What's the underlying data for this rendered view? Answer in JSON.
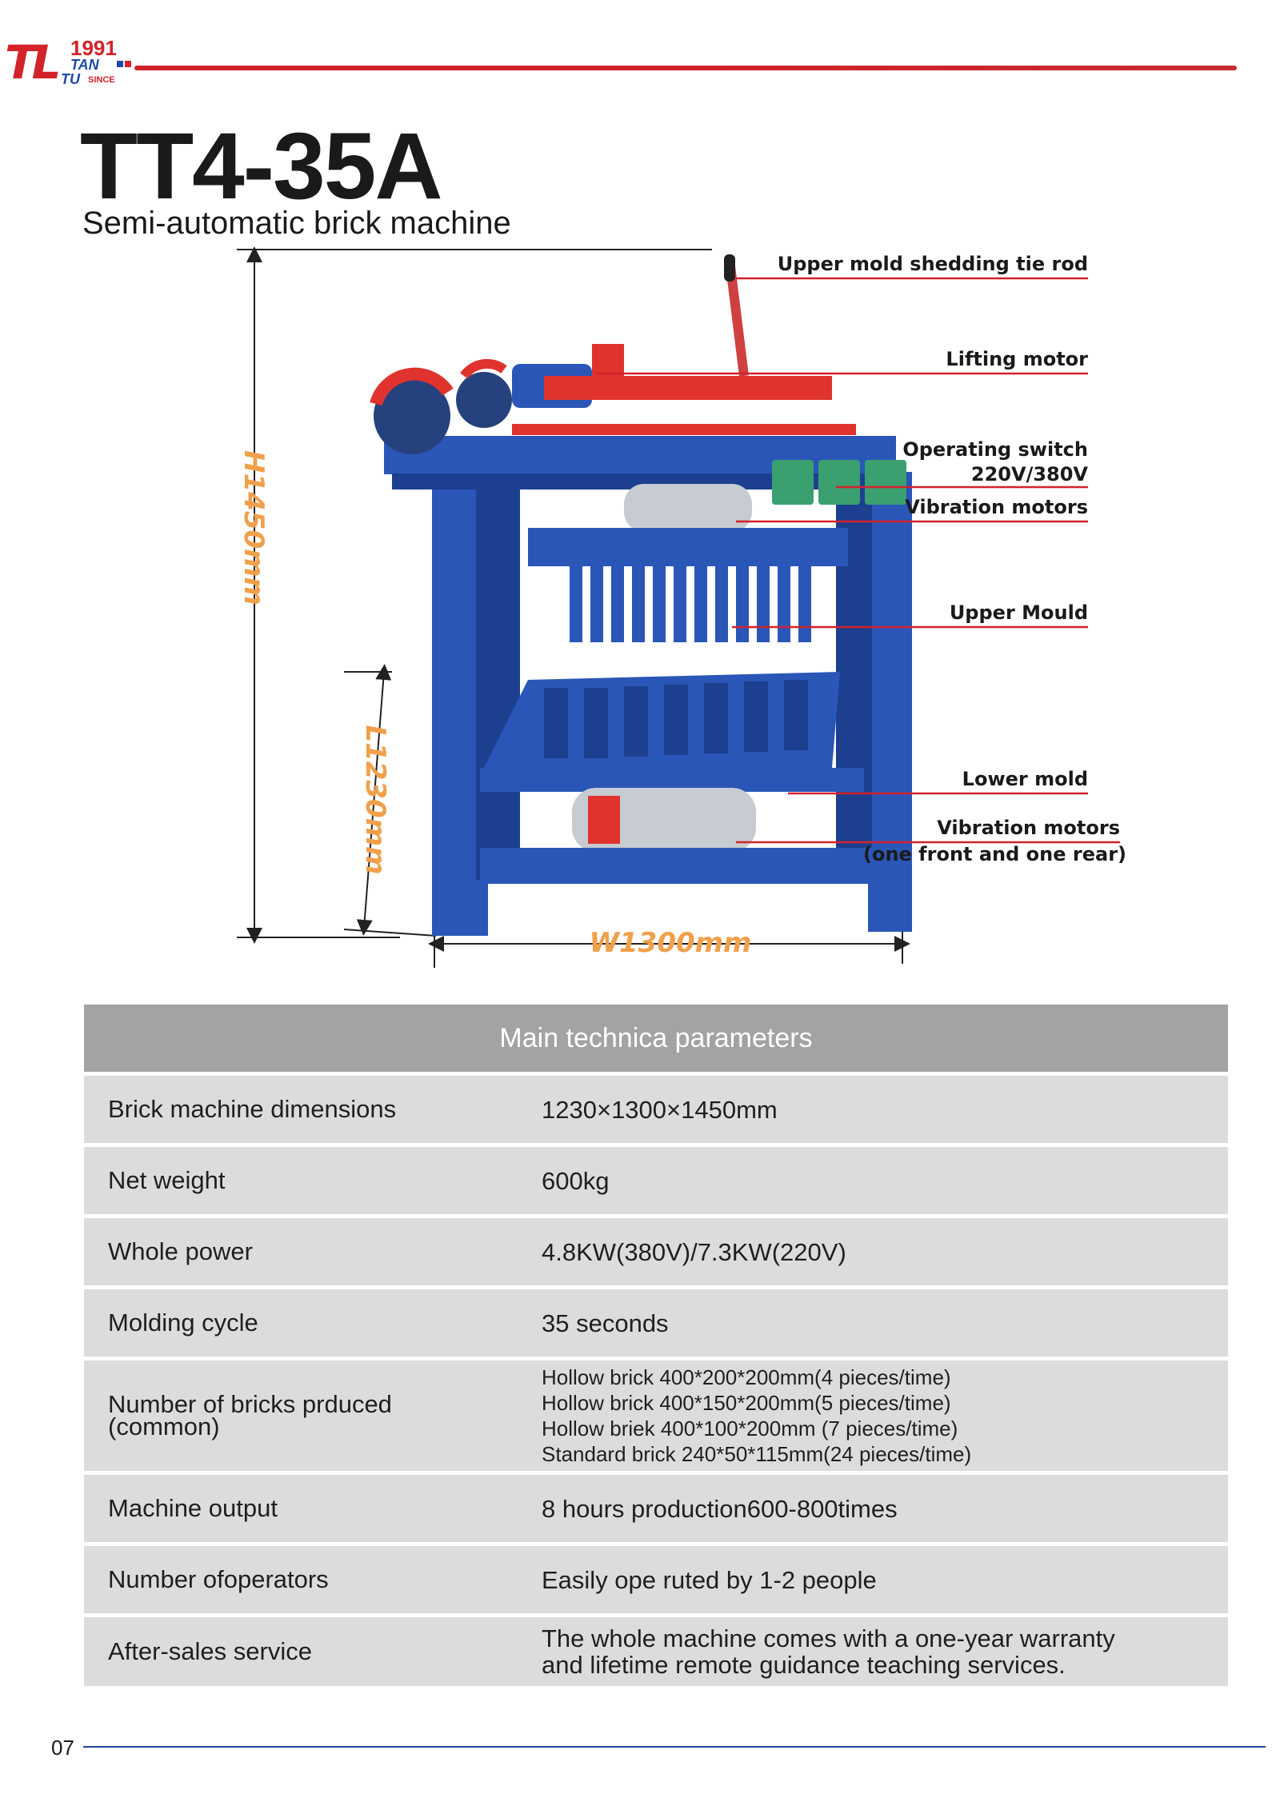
{
  "brand": {
    "logo_letters": "TL",
    "year": "1991",
    "name_top": "TAN",
    "name_bottom": "TU",
    "since": "SINCE"
  },
  "model": "TT4-35A",
  "subtitle": "Semi-automatic brick machine",
  "figure": {
    "dimensions": {
      "height": "H1450mm",
      "length": "L1230mm",
      "width": "W1300mm"
    },
    "callouts": [
      {
        "label": "Upper mold shedding tie rod"
      },
      {
        "label": "Lifting motor"
      },
      {
        "label": "Operating switch",
        "label2": "220V/380V"
      },
      {
        "label": "Vibration motors"
      },
      {
        "label": "Upper Mould"
      },
      {
        "label": "Lower mold"
      },
      {
        "label": "Vibration motors",
        "label2": "(one front and one rear)"
      }
    ],
    "colors": {
      "frame": "#2a56b8",
      "frame_dark": "#1c3f8f",
      "red_parts": "#e0332e",
      "dimension_text": "#f0a04b",
      "callout_line": "#d2232a"
    }
  },
  "table": {
    "header": "Main technica parameters",
    "rows": [
      {
        "label": "Brick machine dimensions",
        "value": "1230×1300×1450mm"
      },
      {
        "label": "Net weight",
        "value": "600kg"
      },
      {
        "label": "Whole power",
        "value": "4.8KW(380V)/7.3KW(220V)"
      },
      {
        "label": "Molding cycle",
        "value": "35 seconds"
      },
      {
        "label": "Number of bricks prduced",
        "label2": "(common)",
        "lines": [
          "Hollow brick 400*200*200mm(4 pieces/time)",
          "Hollow brick 400*150*200mm(5 pieces/time)",
          "Hollow briek 400*100*200mm (7 pieces/time)",
          "Standard brick 240*50*115mm(24 pieces/time)"
        ]
      },
      {
        "label": "Machine output",
        "value": "8 hours production600-800times"
      },
      {
        "label": "Number ofoperators",
        "value": "Easily ope ruted by 1-2 people"
      },
      {
        "label": "After-sales service",
        "lines": [
          "The whole machine comes with a one-year warranty",
          "and lifetime remote guidance teaching services."
        ]
      }
    ]
  },
  "page_number": "07",
  "accent_colors": {
    "brand_red": "#d2232a",
    "brand_blue": "#1e4aa8",
    "table_header": "#a3a3a3",
    "table_row": "#dcdcdd"
  }
}
